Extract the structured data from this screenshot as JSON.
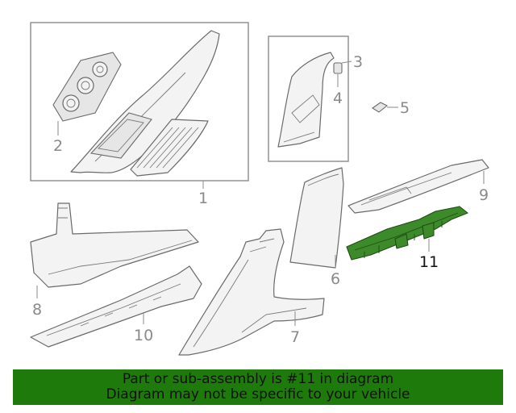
{
  "callouts": {
    "c1": "1",
    "c2": "2",
    "c3": "3",
    "c4": "4",
    "c5": "5",
    "c6": "6",
    "c7": "7",
    "c8": "8",
    "c9": "9",
    "c10": "10",
    "c11": "11"
  },
  "highlighted_part": "11",
  "colors": {
    "banner_background": "#1f7a0c",
    "highlight_part": "#3d8a2a",
    "line_art": "#6a6a6a"
  },
  "banner": {
    "line1": "Part or sub-assembly is #11 in diagram",
    "line2": "Diagram may not be specific to your vehicle"
  }
}
